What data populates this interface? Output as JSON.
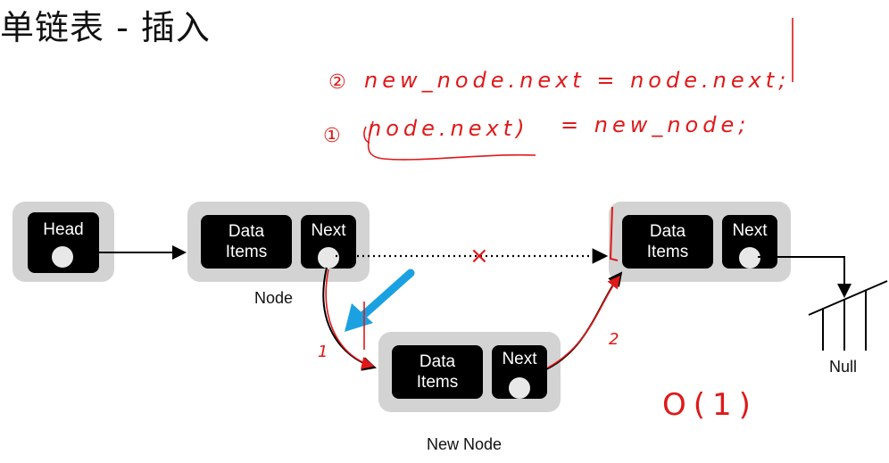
{
  "title": "单链表 - 插入",
  "nodes": {
    "head": {
      "label": "Head"
    },
    "node": {
      "data_label": "Data\nItems",
      "next_label": "Next",
      "caption": "Node"
    },
    "target": {
      "data_label": "Data\nItems",
      "next_label": "Next"
    },
    "new_node": {
      "data_label": "Data\nItems",
      "next_label": "Next",
      "caption": "New Node"
    },
    "null_label": "Null"
  },
  "annotations": {
    "step2_num": "②",
    "step2_code": "new_node.next = node.next;",
    "step1_num": "①",
    "step1_code_left": "node.next)",
    "step1_code_right": "= new_node;",
    "cross": "×",
    "arrow_num_1": "1",
    "arrow_num_2": "2",
    "complexity": "O(1)"
  },
  "colors": {
    "node_bg": "#d3d3d3",
    "box": "#000000",
    "annotation": "#e01818",
    "highlight_arrow": "#1ba1e2"
  }
}
